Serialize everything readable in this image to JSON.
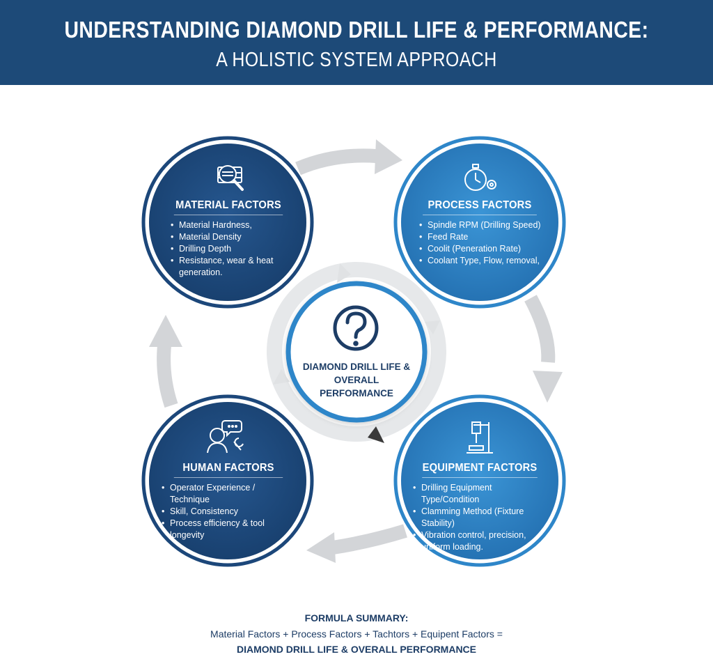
{
  "header": {
    "title": "UNDERSTANDING DIAMOND DRILL LIFE & PERFORMANCE:",
    "subtitle": "A HOLISTIC SYSTEM APPROACH"
  },
  "colors": {
    "header_bg": "#1d4a78",
    "navy": "#1c477a",
    "blue": "#2e86c9",
    "arrow": "#d3d5d8"
  },
  "center": {
    "icon": "question-mark-icon",
    "label": "DIAMOND DRILL LIFE & OVERALL PERFORMANCE"
  },
  "factors": {
    "material": {
      "icon": "material-inspection-icon",
      "title": "MATERIAL FACTORS",
      "items": [
        "Material Hardness,",
        "Material Density",
        "Drilling Depth",
        "Resistance, wear & heat generation."
      ]
    },
    "process": {
      "icon": "stopwatch-gear-icon",
      "title": "PROCESS FACTORS",
      "items": [
        "Spindle RPM (Drilling Speed)",
        "Feed Rate",
        "Coolit (Peneration Rate)",
        "Coolant Type, Flow, removal,"
      ]
    },
    "human": {
      "icon": "operator-wrench-icon",
      "title": "HUMAN FACTORS",
      "items": [
        "Operator Experience / Technique",
        "Skill, Consistency",
        "Process efficiency & tool longevity"
      ]
    },
    "equipment": {
      "icon": "drill-press-icon",
      "title": "EQUIPMENT FACTORS",
      "items": [
        "Drilling Equipment Type/Condition",
        "Clamming Method (Fixture Stability)",
        "Vibration control, precision, uniform loading."
      ]
    }
  },
  "formula": {
    "title": "FORMULA SUMMARY:",
    "line": "Material Factors + Process Factors + Tachtors + Equipent Factors =",
    "result": "DIAMOND DRILL LIFE & OVERALL PERFORMANCE"
  }
}
